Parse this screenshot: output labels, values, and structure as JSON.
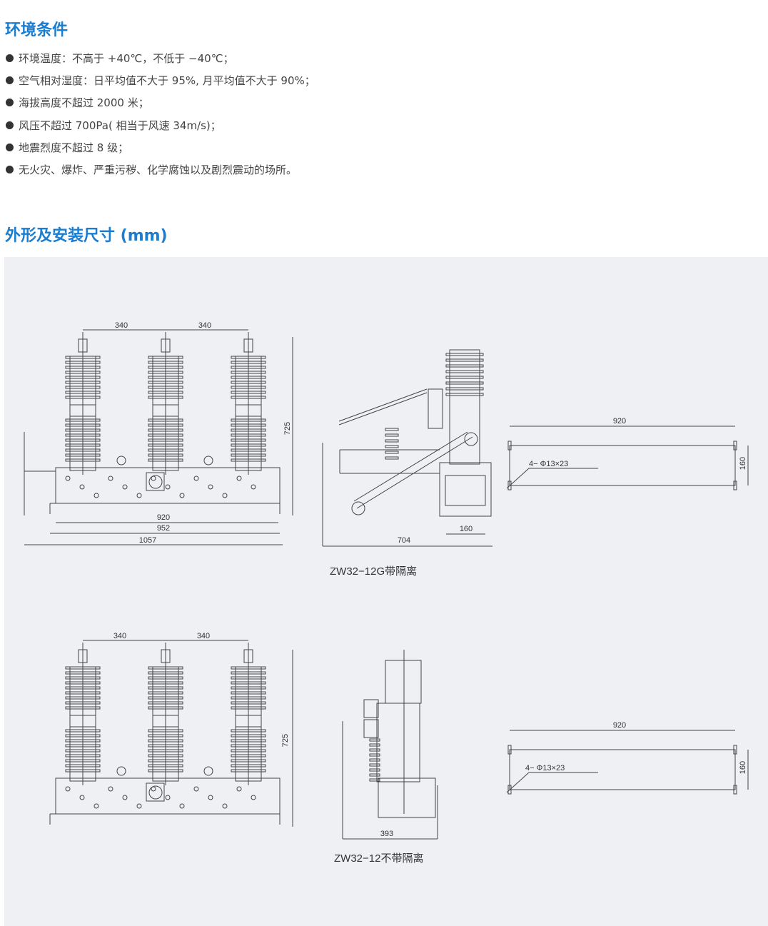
{
  "section1": {
    "title": "环境条件",
    "items": [
      "环境温度：不高于 +40℃，不低于 −40℃；",
      "空气相对湿度：日平均值不大于 95%, 月平均值不大于 90%；",
      "海拔高度不超过 2000 米；",
      "风压不超过 700Pa( 相当于风速 34m/s)；",
      "地震烈度不超过 8 级；",
      "无火灾、爆炸、严重污秽、化学腐蚀以及剧烈震动的场所。"
    ]
  },
  "section2": {
    "title": "外形及安装尺寸 (mm)"
  },
  "drawing1": {
    "caption": "ZW32−12G带隔离",
    "front": {
      "pitch1": "340",
      "pitch2": "340",
      "height": "725",
      "w1": "920",
      "w2": "952",
      "w3": "1057"
    },
    "side": {
      "depth": "704",
      "base": "160"
    },
    "plan": {
      "width": "920",
      "depth": "160",
      "holes": "4− Φ13×23"
    }
  },
  "drawing2": {
    "caption": "ZW32−12不带隔离",
    "front": {
      "pitch1": "340",
      "pitch2": "340",
      "height": "725"
    },
    "side": {
      "depth": "393"
    },
    "plan": {
      "width": "920",
      "depth": "160",
      "holes": "4− Φ13×23"
    }
  }
}
